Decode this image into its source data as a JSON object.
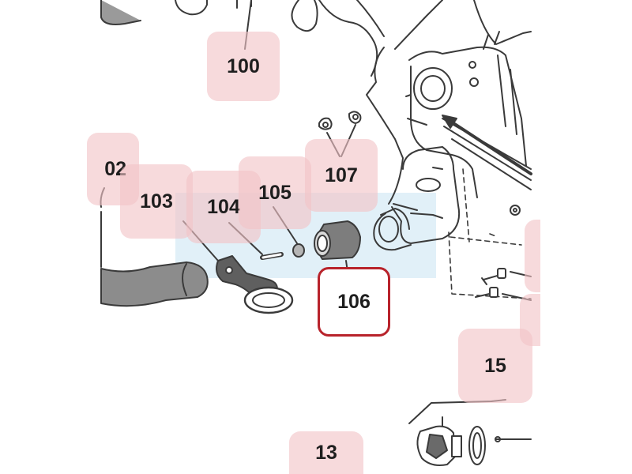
{
  "diagram": {
    "callouts": [
      {
        "id": "c100",
        "label": "100"
      },
      {
        "id": "c102",
        "label": "02"
      },
      {
        "id": "c103",
        "label": "103"
      },
      {
        "id": "c104",
        "label": "104"
      },
      {
        "id": "c105",
        "label": "105"
      },
      {
        "id": "c107",
        "label": "107"
      },
      {
        "id": "c106",
        "label": "106",
        "selected": true
      },
      {
        "id": "c15",
        "label": "15"
      },
      {
        "id": "c13",
        "label": "13"
      }
    ],
    "colors": {
      "callout_fill": "#f2c4c6",
      "selected_border": "#b8232b",
      "highlight_band": "#c8e4f2",
      "line_art": "#3a3a3a",
      "hose_fill": "#8c8c8c"
    },
    "selected_part": "106"
  }
}
